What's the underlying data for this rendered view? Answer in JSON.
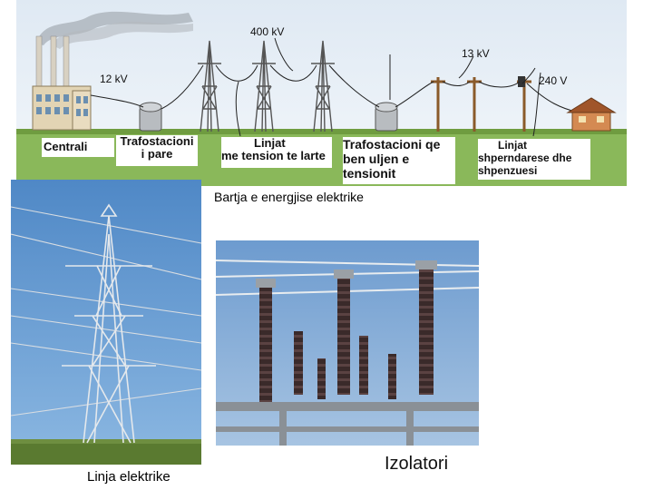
{
  "diagram": {
    "voltages": {
      "v400": "400 kV",
      "v12": "12 kV",
      "v13": "13 kV",
      "v240": "240 V"
    },
    "labels": {
      "plant": "Centrali",
      "step_up_1": "Trafostacioni",
      "step_up_2": "i pare",
      "hv_lines_1": "Linjat",
      "hv_lines_2": "me tension te larte",
      "step_down_1": "Trafostacioni qe",
      "step_down_2": "ben uljen e",
      "step_down_3": "tensionit",
      "dist_1": "Linjat",
      "dist_2": "shperndarese dhe",
      "dist_3": "shpenzuesi"
    }
  },
  "caption": "Bartja e energjise elektrike",
  "photos": {
    "tower_caption": "Linja elektrike",
    "insulators_caption": "Izolatori"
  },
  "colors": {
    "sky": "#e7f0f8",
    "grass": "#8ab85a",
    "photo_sky": "#5f95cf",
    "insulator": "#3a2a2a"
  }
}
